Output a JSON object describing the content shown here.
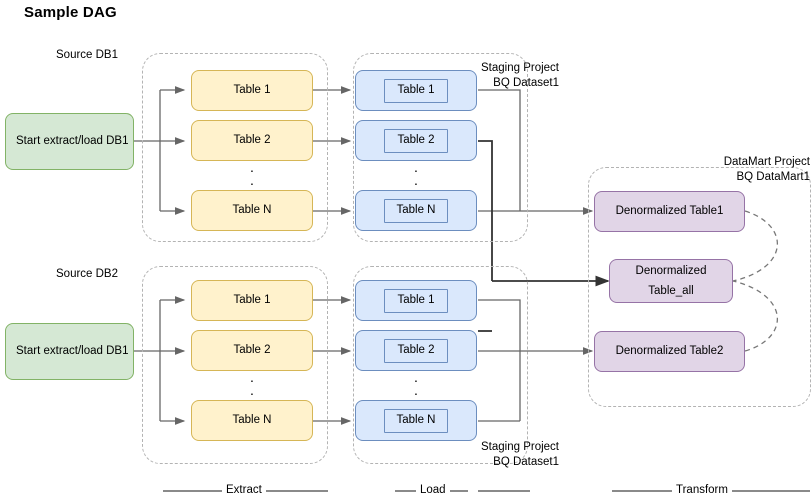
{
  "title": "Sample DAG",
  "groups": {
    "source_db1_label": "Source DB1",
    "source_db2_label": "Source DB2",
    "staging_top_label": "Staging Project\nBQ Dataset1",
    "staging_bottom_label": "Staging Project\nBQ Dataset1",
    "datamart_label": "DataMart Project\nBQ DataMart1"
  },
  "start_nodes": [
    {
      "label": "Start extract/load DB1"
    },
    {
      "label": "Start extract/load DB1"
    }
  ],
  "extract": {
    "db1_tables": [
      {
        "label": "Table 1"
      },
      {
        "label": "Table 2"
      },
      {
        "label": "Table N"
      }
    ],
    "db2_tables": [
      {
        "label": "Table 1"
      },
      {
        "label": "Table 2"
      },
      {
        "label": "Table N"
      }
    ]
  },
  "load": {
    "db1_tables": [
      {
        "label": "Table 1"
      },
      {
        "label": "Table 2"
      },
      {
        "label": "Table N"
      }
    ],
    "db2_tables": [
      {
        "label": "Table 1"
      },
      {
        "label": "Table 2"
      },
      {
        "label": "Table N"
      }
    ]
  },
  "transform": {
    "tables": [
      {
        "label": "Denormalized Table1"
      },
      {
        "label": "Denormalized\nTable_all"
      },
      {
        "label": "Denormalized Table2"
      }
    ]
  },
  "phases": [
    {
      "label": "Extract"
    },
    {
      "label": "Load"
    },
    {
      "label": "Transform"
    }
  ],
  "ellipsis": "·",
  "colors": {
    "green_fill": "#d5e8d4",
    "green_stroke": "#82b366",
    "yellow_fill": "#fff2cc",
    "yellow_stroke": "#d6b656",
    "blue_fill": "#dae8fc",
    "blue_stroke": "#6c8ebf",
    "purple_fill": "#e1d5e7",
    "purple_stroke": "#9673a6",
    "edge": "#666666",
    "edge_dark": "#333333",
    "group_dash": "#b3b3b3",
    "background": "#ffffff"
  }
}
